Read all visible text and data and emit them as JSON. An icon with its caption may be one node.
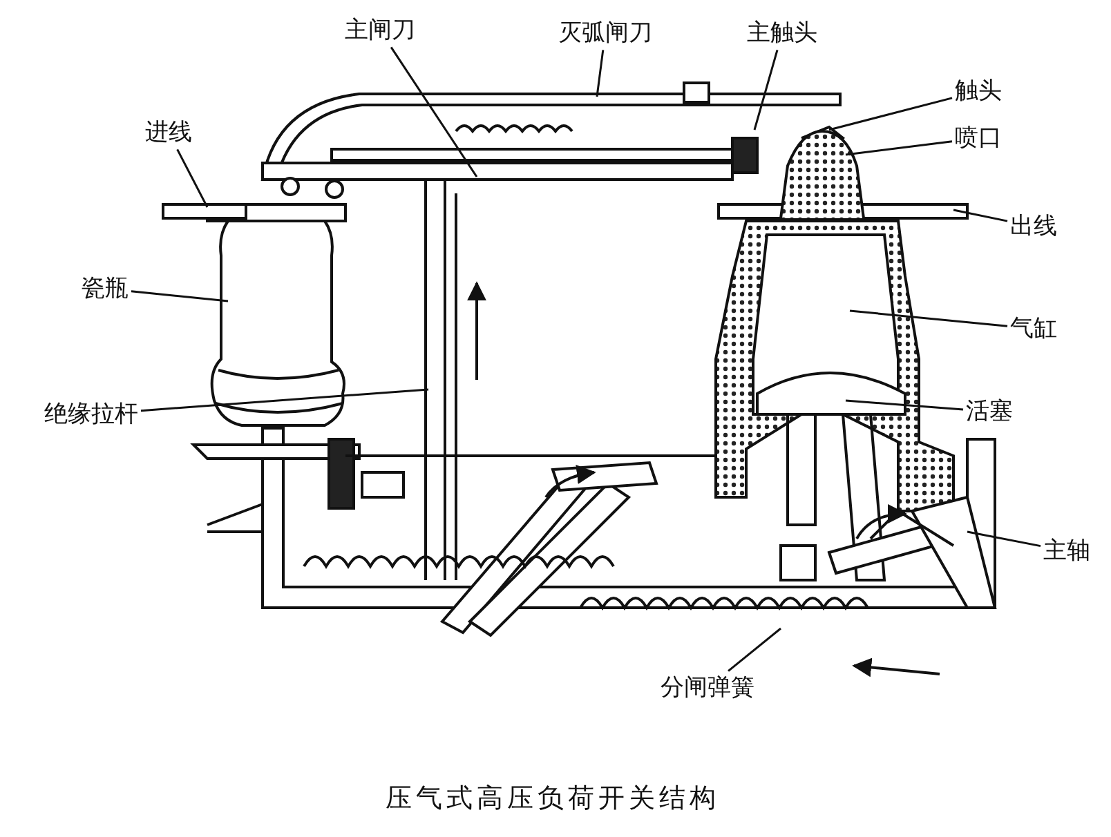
{
  "diagram": {
    "caption": "压气式高压负荷开关结构",
    "nodes": [
      {
        "text": [
          "主闸刀"
        ]
      },
      {
        "text": [
          "灭弧闸刀"
        ]
      },
      {
        "text": [
          "主触头"
        ]
      },
      {
        "text": [
          "触头"
        ]
      },
      {
        "text": [
          "进线"
        ]
      },
      {
        "text": [
          "喷口"
        ]
      },
      {
        "text": [
          "出线"
        ]
      },
      {
        "text": [
          "瓷瓶"
        ]
      },
      {
        "text": [
          "气缸"
        ]
      },
      {
        "text": [
          "绝缘拉杆"
        ]
      },
      {
        "text": [
          "活塞"
        ]
      },
      {
        "text": [
          "主轴"
        ]
      },
      {
        "text": [
          "分闸弹簧"
        ]
      }
    ],
    "edges": [
      {
        "from": 0,
        "to": null,
        "arrow": "none"
      },
      {
        "from": 1,
        "to": null,
        "arrow": "none"
      },
      {
        "from": 2,
        "to": null,
        "arrow": "none"
      },
      {
        "from": 3,
        "to": null,
        "arrow": "none"
      },
      {
        "from": 4,
        "to": null,
        "arrow": "none"
      },
      {
        "from": 5,
        "to": null,
        "arrow": "none"
      },
      {
        "from": 6,
        "to": null,
        "arrow": "none"
      },
      {
        "from": 7,
        "to": null,
        "arrow": "none"
      },
      {
        "from": 8,
        "to": null,
        "arrow": "none"
      },
      {
        "from": 9,
        "to": null,
        "arrow": "none"
      },
      {
        "from": 10,
        "to": null,
        "arrow": "none"
      },
      {
        "from": 11,
        "to": null,
        "arrow": "none"
      },
      {
        "from": 12,
        "to": null,
        "arrow": "none"
      }
    ]
  }
}
